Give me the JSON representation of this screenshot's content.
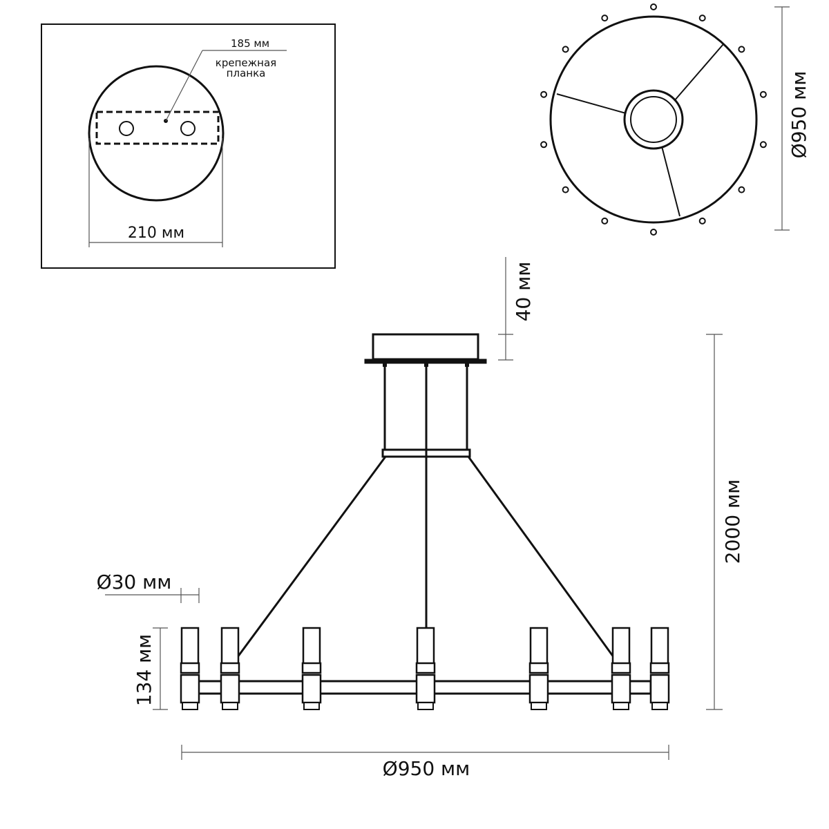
{
  "inset": {
    "plate_width_label": "185 мм",
    "plate_caption_line1": "крепежная",
    "plate_caption_line2": "планка",
    "canopy_diameter_label": "210 мм"
  },
  "top_view": {
    "diameter_label": "Ø950 мм"
  },
  "side_view": {
    "canopy_height_label": "40 мм",
    "total_height_label": "2000 мм",
    "shade_diameter_label": "Ø30 мм",
    "shade_height_label": "134 мм",
    "ring_diameter_label": "Ø950 мм"
  },
  "colors": {
    "line": "#111111",
    "dimension_line": "#555555",
    "background": "#ffffff"
  }
}
